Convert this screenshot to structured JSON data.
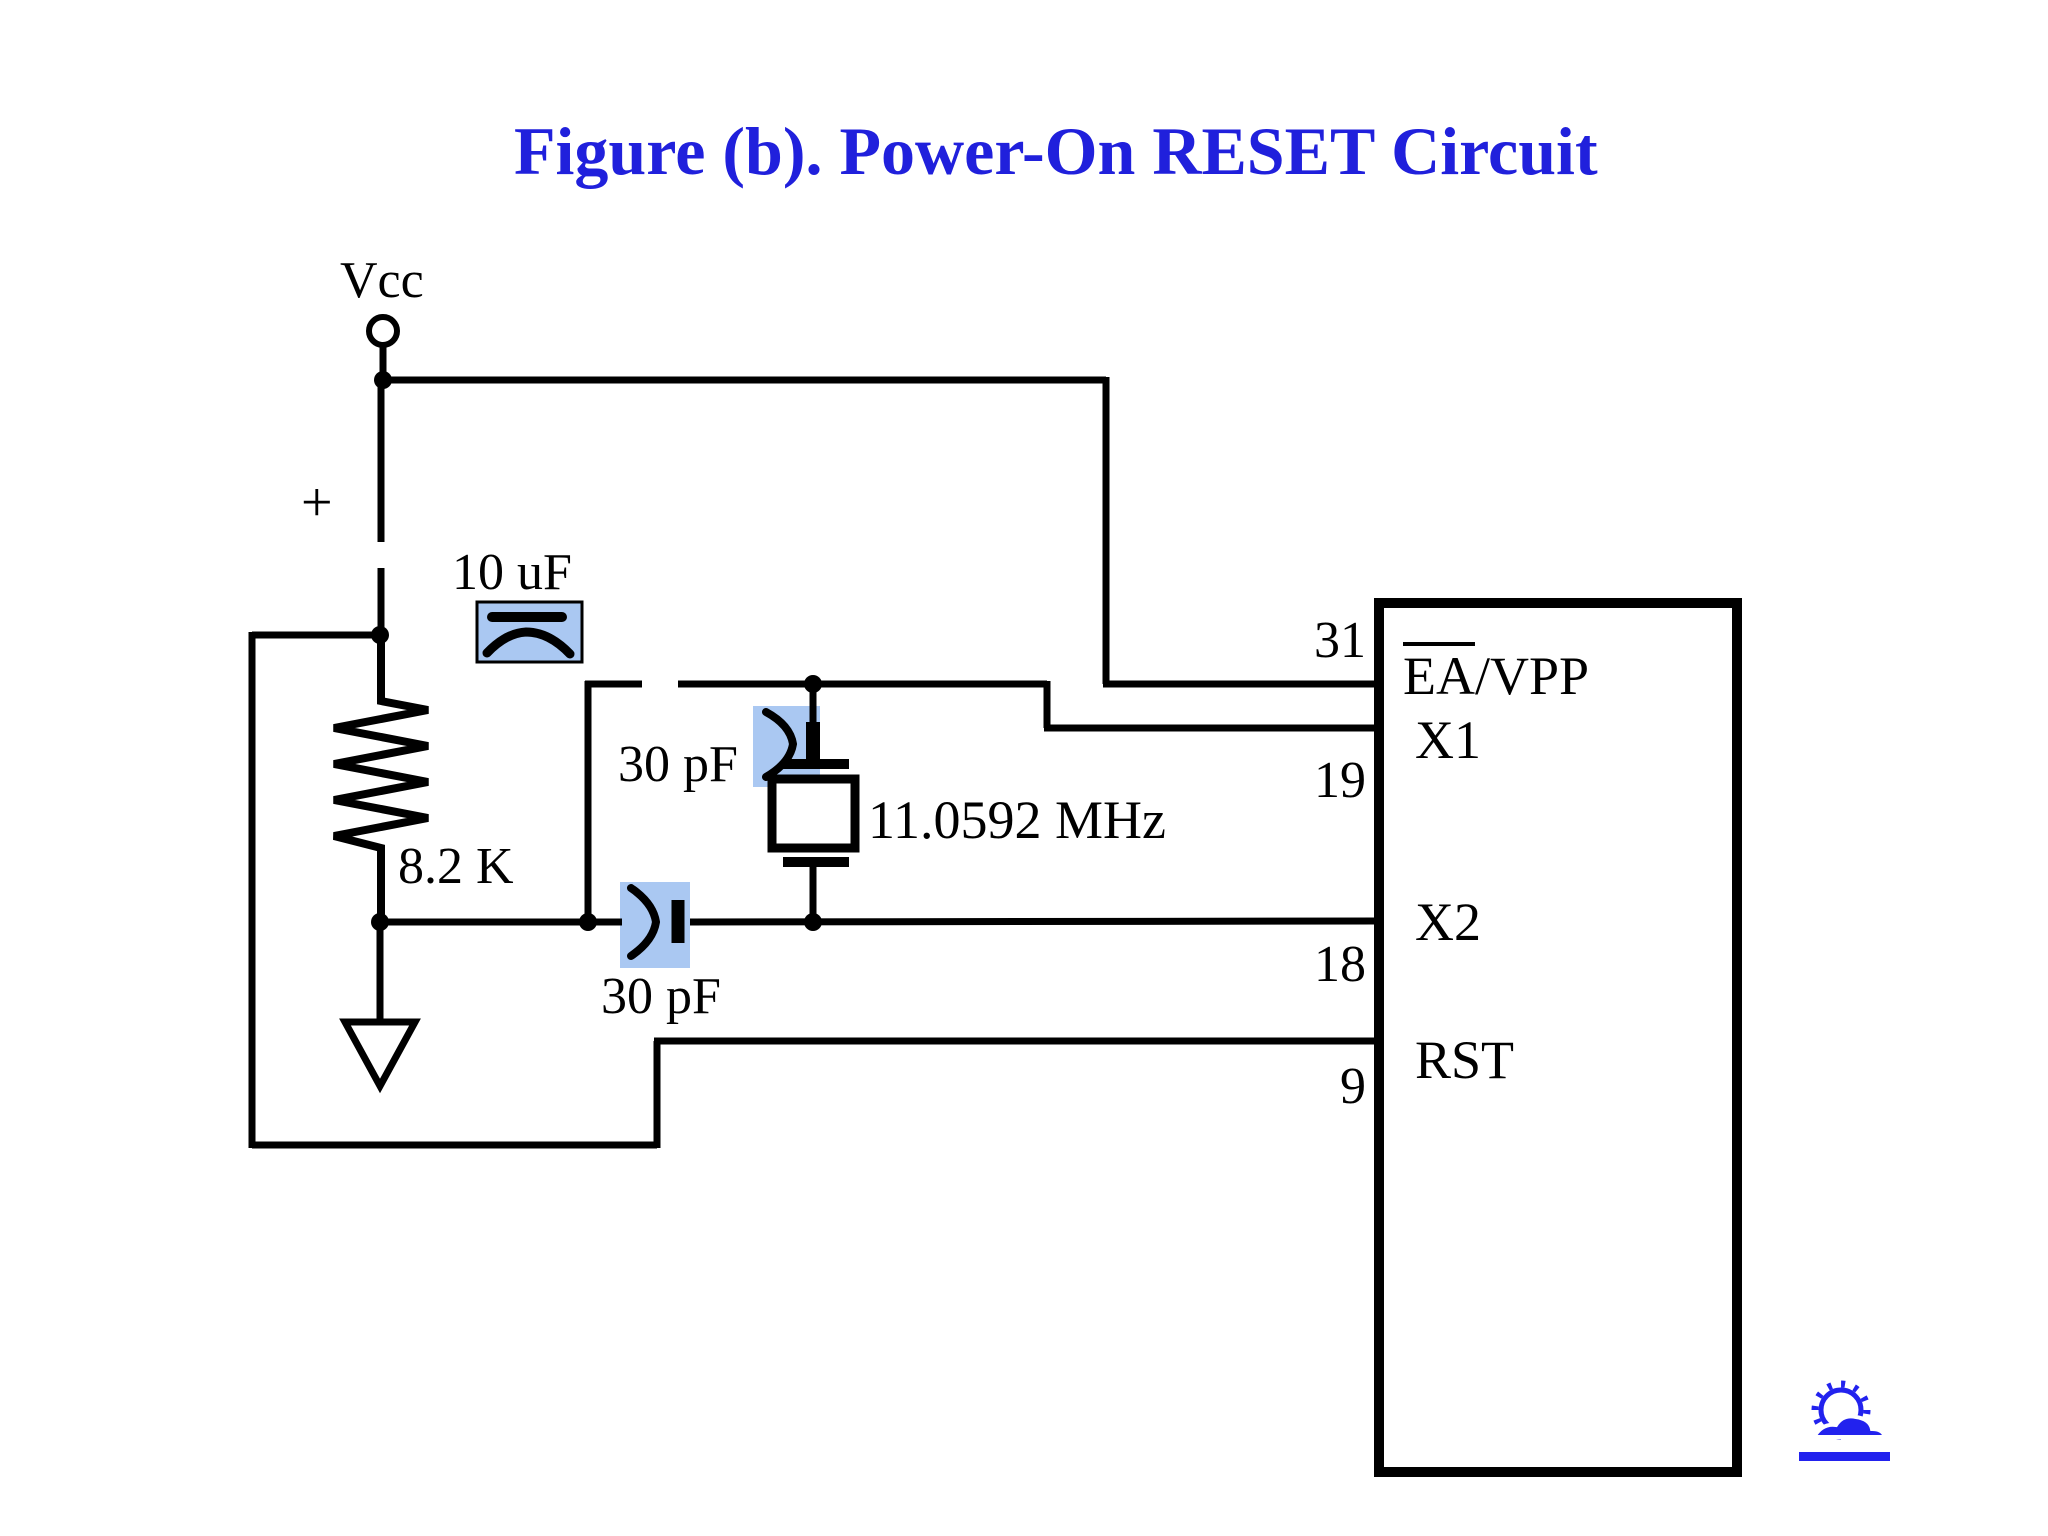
{
  "slide": {
    "title": "Figure (b). Power-On RESET Circuit"
  },
  "labels": {
    "vcc": "Vcc",
    "plus": "+",
    "cap_electrolytic": "10 uF",
    "cap_top": "30 pF",
    "cap_bottom": "30 pF",
    "resistor": "8.2 K",
    "crystal": "11.0592 MHz"
  },
  "chip": {
    "pins": [
      {
        "number": "31",
        "label_overlined": "EA",
        "label_rest": "/VPP"
      },
      {
        "number": "19",
        "label": "X1"
      },
      {
        "number": "18",
        "label": "X2"
      },
      {
        "number": "9",
        "label": "RST"
      }
    ]
  },
  "colors": {
    "title_blue": "#2020dc",
    "highlight_blue": "#aac8f2",
    "logo_blue": "#2222ee",
    "ink": "#000000"
  }
}
